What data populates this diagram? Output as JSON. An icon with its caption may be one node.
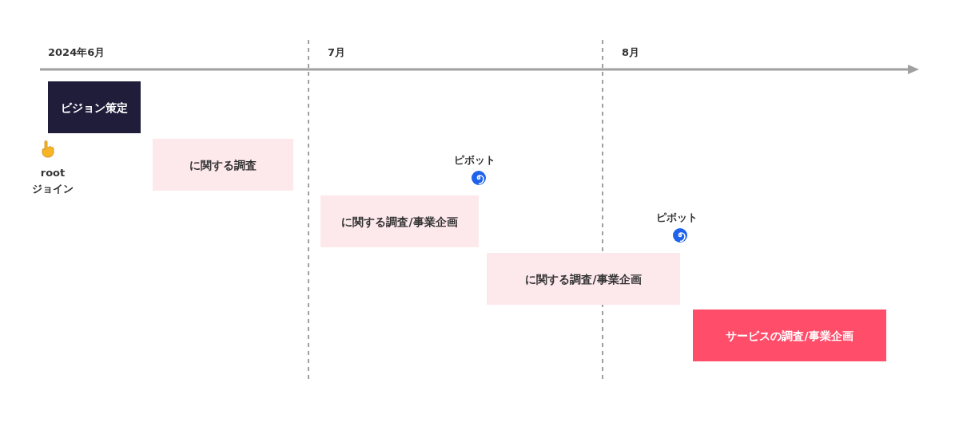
{
  "diagram": {
    "nodes": [
      {
        "text": [
          "ビジョン策定"
        ]
      },
      {
        "text": [
          "に関する調査"
        ]
      },
      {
        "text": [
          "に関する調査/事業企画"
        ]
      },
      {
        "text": [
          "に関する調査/事業企画"
        ]
      },
      {
        "text": [
          "サービスの調査/事業企画"
        ]
      }
    ],
    "labels": [
      "2024年6月",
      "7月",
      "8月",
      "root ジョイン",
      "ピボット",
      "ピボット"
    ]
  }
}
